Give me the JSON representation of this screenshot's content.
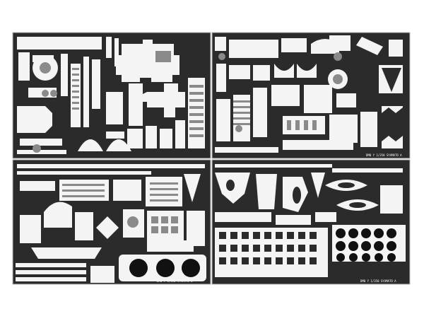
{
  "colors": {
    "background": "#ffffff",
    "fret": "#2b2b2b",
    "part": "#f4f4f4",
    "detail": "#8a8a8a"
  },
  "frets": [
    {
      "name": "fret-top-left",
      "caption": ""
    },
    {
      "name": "fret-top-right",
      "caption": "DM0 Y 1/350 SYAMATO A"
    },
    {
      "name": "fret-bottom-left",
      "caption": "DM0 Y 1/350 SYAMATO B"
    },
    {
      "name": "fret-bottom-right",
      "caption": "DM0 Y 1/350 SYAMATO A"
    }
  ]
}
